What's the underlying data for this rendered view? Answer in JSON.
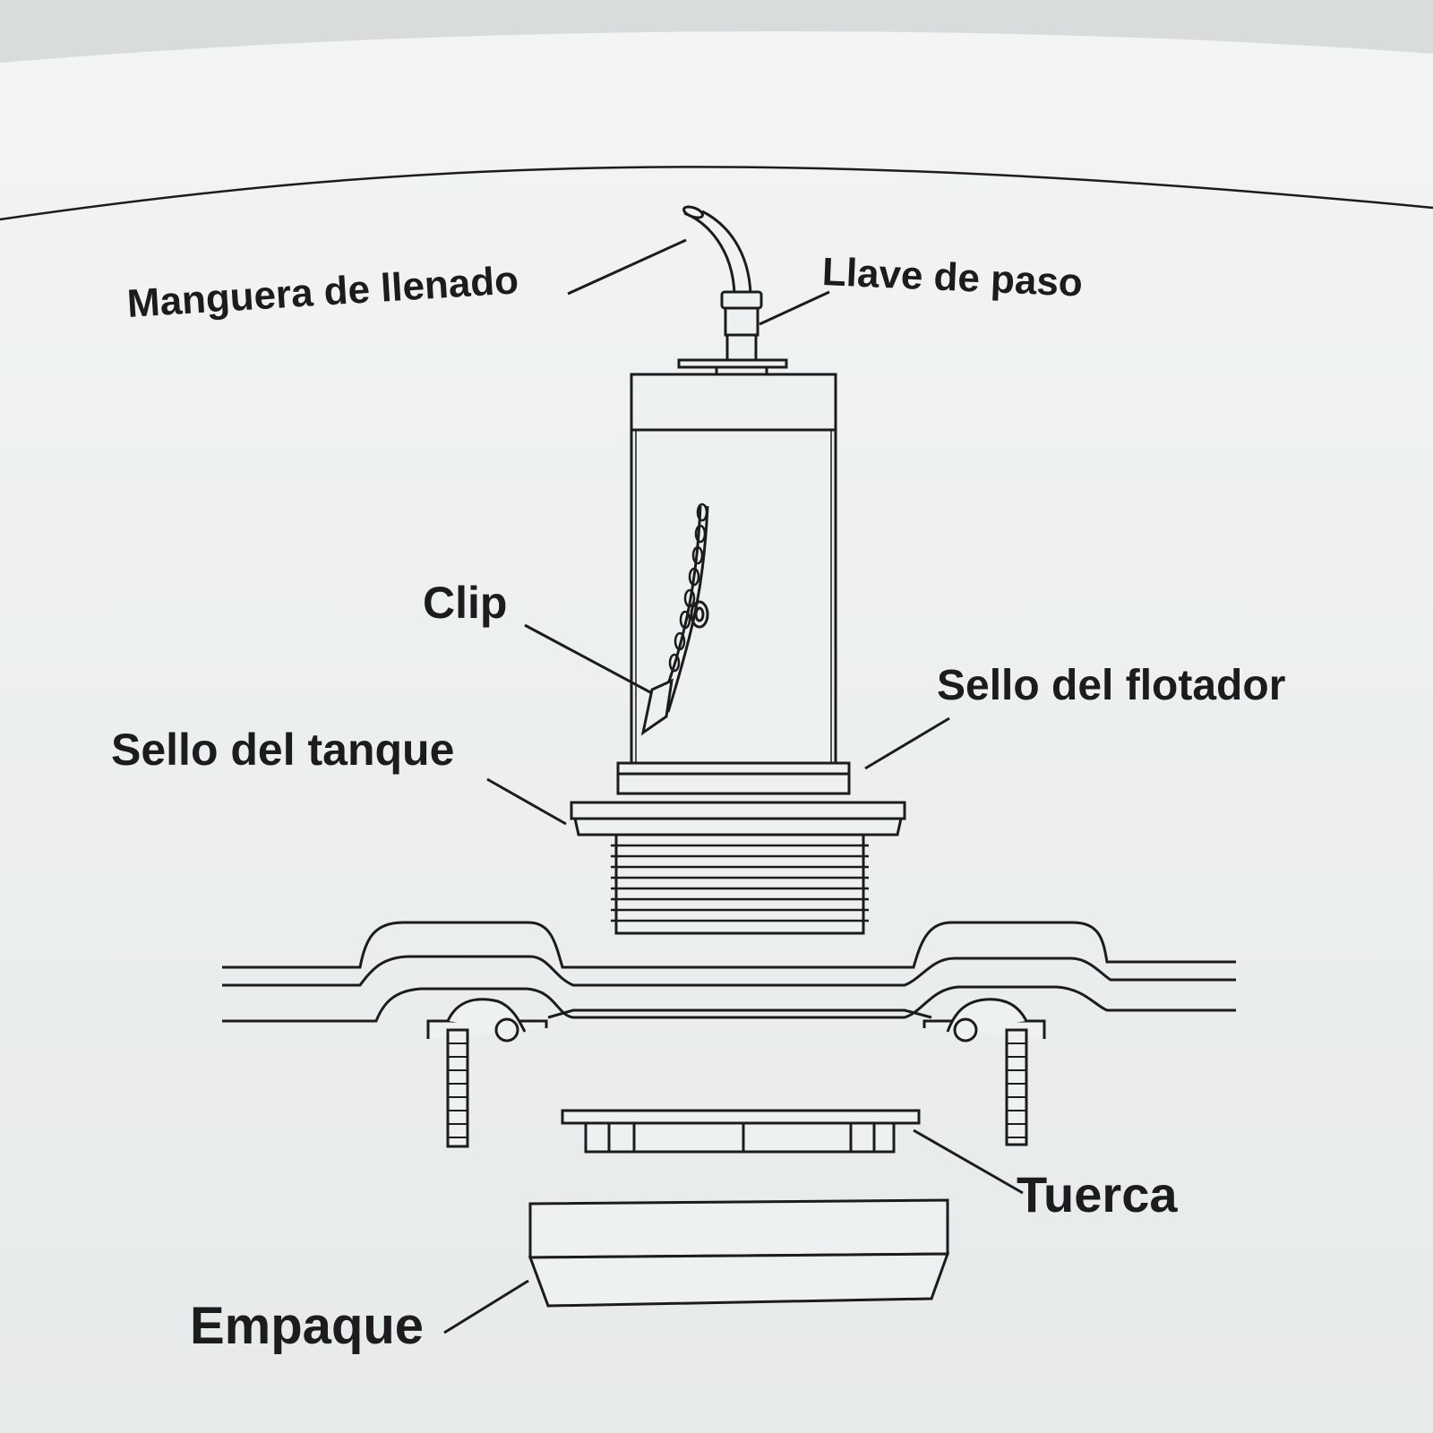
{
  "labels": {
    "fill_hose": "Manguera de llenado",
    "shutoff_valve": "Llave de paso",
    "clip": "Clip",
    "float_seal": "Sello del flotador",
    "tank_seal": "Sello del tanque",
    "nut": "Tuerca",
    "gasket": "Empaque"
  },
  "colors": {
    "paper": "#eef1f2",
    "ink": "#1c1c1c",
    "background": "#dcdfe0"
  }
}
